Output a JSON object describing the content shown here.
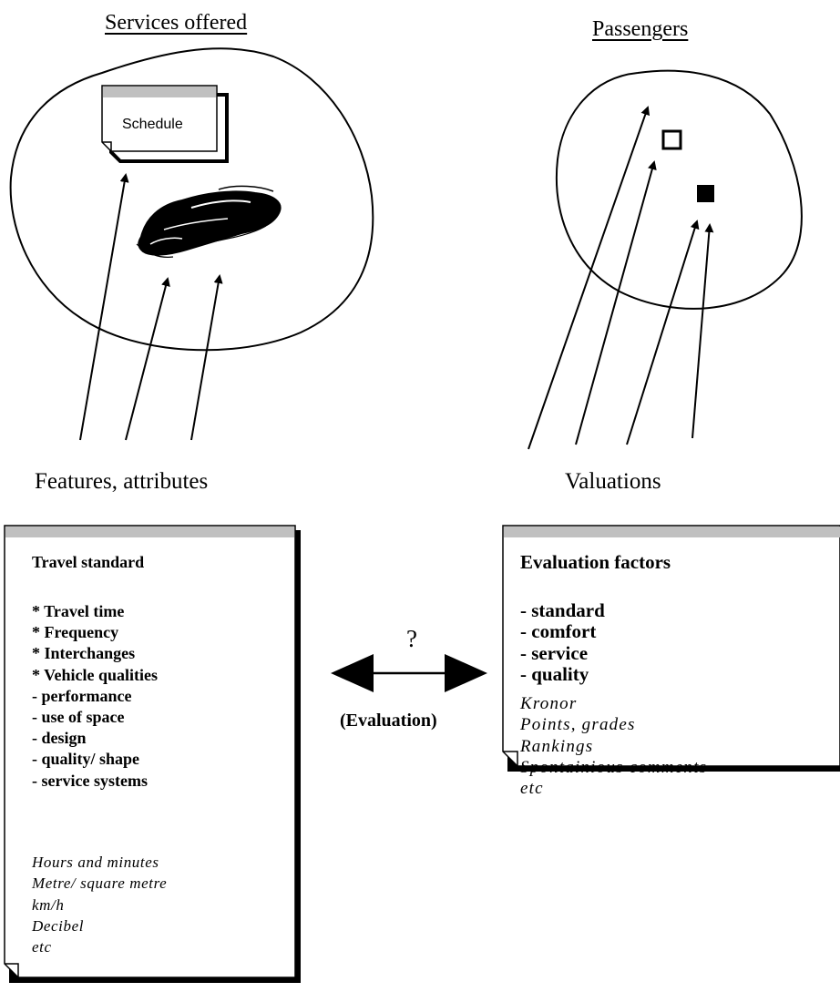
{
  "headings": {
    "services_offered": "Services offered",
    "passengers": "Passengers"
  },
  "schedule_label": "Schedule",
  "captions": {
    "features": "Features, attributes",
    "valuations": "Valuations"
  },
  "left_card": {
    "title": "Travel standard",
    "items": [
      "* Travel time",
      "*  Frequency",
      "*  Interchanges",
      "*  Vehicle qualities",
      "- performance",
      "- use of space",
      "- design",
      "- quality/ shape",
      "- service systems"
    ],
    "units": [
      "Hours and minutes",
      "Metre/ square metre",
      "km/h",
      "Decibel",
      "etc"
    ]
  },
  "right_card": {
    "title": "Evaluation factors",
    "items": [
      "- standard",
      "- comfort",
      "- service",
      "- quality"
    ],
    "units": [
      "Kronor",
      "Points, grades",
      "Rankings",
      "Spontainious comments",
      "etc"
    ]
  },
  "connector": {
    "question": "?",
    "label": "(Evaluation)"
  },
  "icons": {
    "car": "car-icon",
    "schedule": "schedule-document-icon",
    "open_square": "outline-square-icon",
    "filled_square": "filled-square-icon",
    "double_arrow": "double-headed-arrow-icon"
  },
  "colors": {
    "ink": "#000000",
    "card_header": "#c0c0c0",
    "background": "#ffffff"
  }
}
